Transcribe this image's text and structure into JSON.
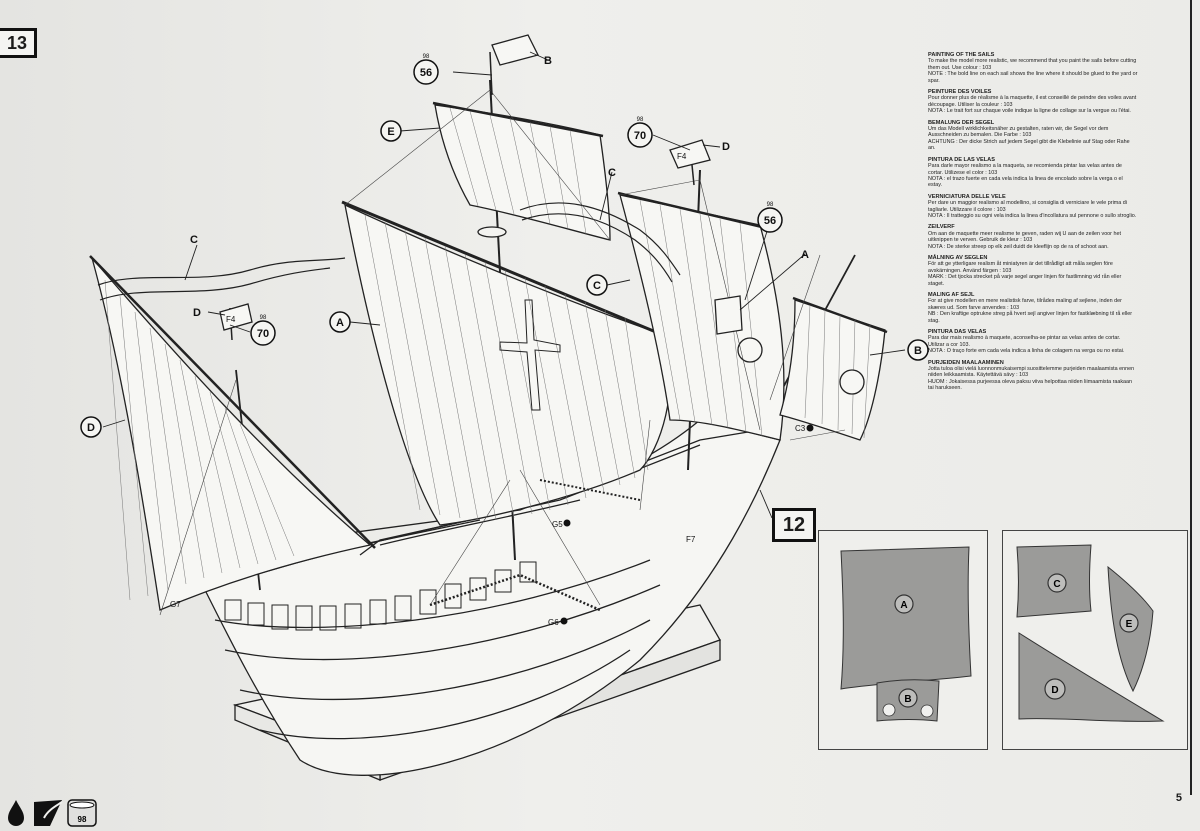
{
  "page": {
    "step_main": "13",
    "step_ref": "12",
    "page_number": "5",
    "paint_ref": "98"
  },
  "callouts": {
    "A": "A",
    "B": "B",
    "C": "C",
    "D": "D",
    "E": "E",
    "num56": "56",
    "num70": "70",
    "num98": "98",
    "F4": "F4",
    "G5": "G5",
    "G6": "G6",
    "G7": "G7",
    "F7": "F7",
    "C3": "C3"
  },
  "instructions": [
    {
      "heading": "PAINTING OF THE SAILS",
      "body": "To make the model more realistic, we recommend that you paint the sails before cutting them out. Use colour : 103",
      "note": "NOTE : The bold line on each sail shows the line where it should be glued to the yard or spar."
    },
    {
      "heading": "PEINTURE DES VOILES",
      "body": "Pour donner plus de réalisme à la maquette, il est conseillé de peindre des voiles avant découpage. Utiliser la couleur : 103",
      "note": "NOTA : Le trait fort sur chaque voile indique la ligne de collage sur la vergue ou l'étai."
    },
    {
      "heading": "BEMALUNG DER SEGEL",
      "body": "Um das Modell wirklichkeitsnäher zu gestalten, raten wir, die Segel vor dem Ausschneiden zu bemalen. Die Farbe : 103",
      "note": "ACHTUNG : Der dicke Strich auf jedem Segel gibt die Klebelinie auf Stag oder Rahe an."
    },
    {
      "heading": "PINTURA DE LAS VELAS",
      "body": "Para darle mayor realismo a la maqueta, se recomienda pintar las velas antes de cortar. Utilizese el color : 103",
      "note": "NOTA : el trazo fuerte en cada vela indica la linea de encolado sobre la verga o el estay."
    },
    {
      "heading": "VERNICIATURA DELLE VELE",
      "body": "Per dare un maggior realismo al modellino, si consiglia di verniciare le vele prima di tagliarle. Utilizzare il colore : 103",
      "note": "NOTA : Il tratteggio su ogni vela indica la linea d'incollatura sul pennone o sullo stroglio."
    },
    {
      "heading": "ZEILVERF",
      "body": "Om aan de maquette meer realisme te geven, raden wij U aan de zeilen voor het uitknippen te verven. Gebruik de kleur : 103",
      "note": "NOTA : De sterke streep op elk zeil duidt de kleeflijn op de ra of schoot aan."
    },
    {
      "heading": "MÅLNING AV SEGLEN",
      "body": "För att ge ytterligare realism åt miniatyren är det tillrådligt att måla seglen före avskärningen. Använd färgen : 103",
      "note": "MARK : Det tjocka strecket på varje segel anger linjen för fastlimning vid rån eller staget."
    },
    {
      "heading": "MALING AF SEJL",
      "body": "For at give modellen en mere realistisk farve, tilrådes maling af sejlene, inden der skæres ud. Som farve anvendes : 103",
      "note": "NB : Den kraftige optrukne streg på hvert sejl angiver linjen for fastklæbning til rå eller stag."
    },
    {
      "heading": "PINTURA DAS VELAS",
      "body": "Para dar mais realismo à maquete, aconselha-se pintar as velas antes de cortar. Utilizar a cor 103.",
      "note": "NOTA : O traço forte em cada vela indica a linha de colagem na verga ou no estai."
    },
    {
      "heading": "PURJEIDEN MAALAAMINEN",
      "body": "Jotta tuloa olisi vielä luonnonmukaisempi suosittelemme purjeiden maalaamista ennen niiden leikkaamista. Käytettävä sävy : 103",
      "note": "HUOM : Jokaisessa purjeessa oleva paksu viiva helpottaa niiden liimaamista raakaan tai harukseen."
    }
  ]
}
